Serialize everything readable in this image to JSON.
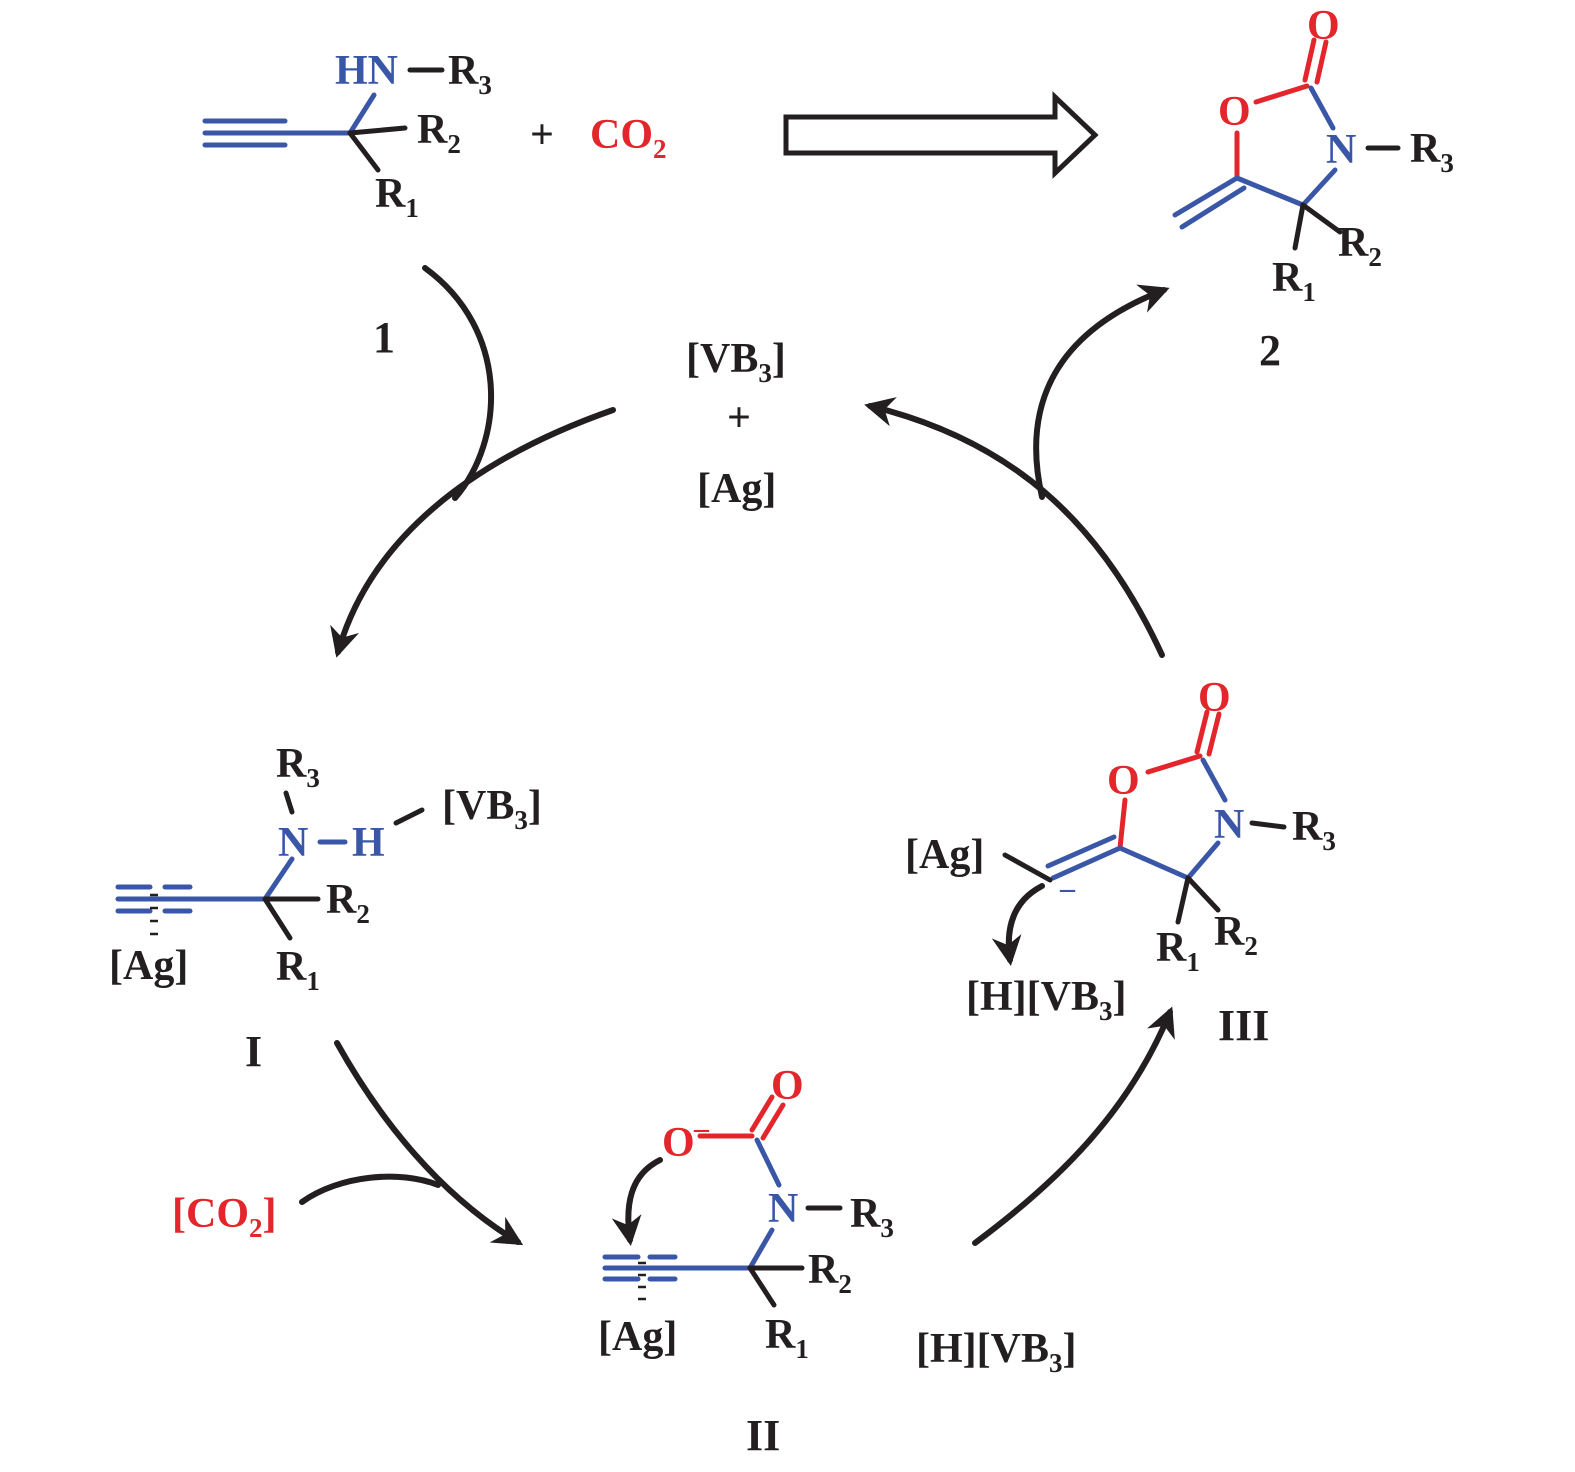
{
  "colors": {
    "black": "#231f20",
    "blue": "#3a57a7",
    "red": "#e3262b"
  },
  "atoms": {
    "HN": "HN",
    "N": "N",
    "O": "O",
    "H": "H",
    "R": "R",
    "CO": "CO",
    "VB": "[VB",
    "close": "]",
    "Ag": "[Ag]",
    "H_bracket": "[H]",
    "CO2_open": "[CO",
    "plus": "+",
    "minus": "–",
    "sub1": "1",
    "sub2": "2",
    "sub3": "3"
  },
  "labels": {
    "compound_1": "1",
    "compound_2": "2",
    "intermediate_I": "I",
    "intermediate_II": "II",
    "intermediate_III": "III"
  }
}
